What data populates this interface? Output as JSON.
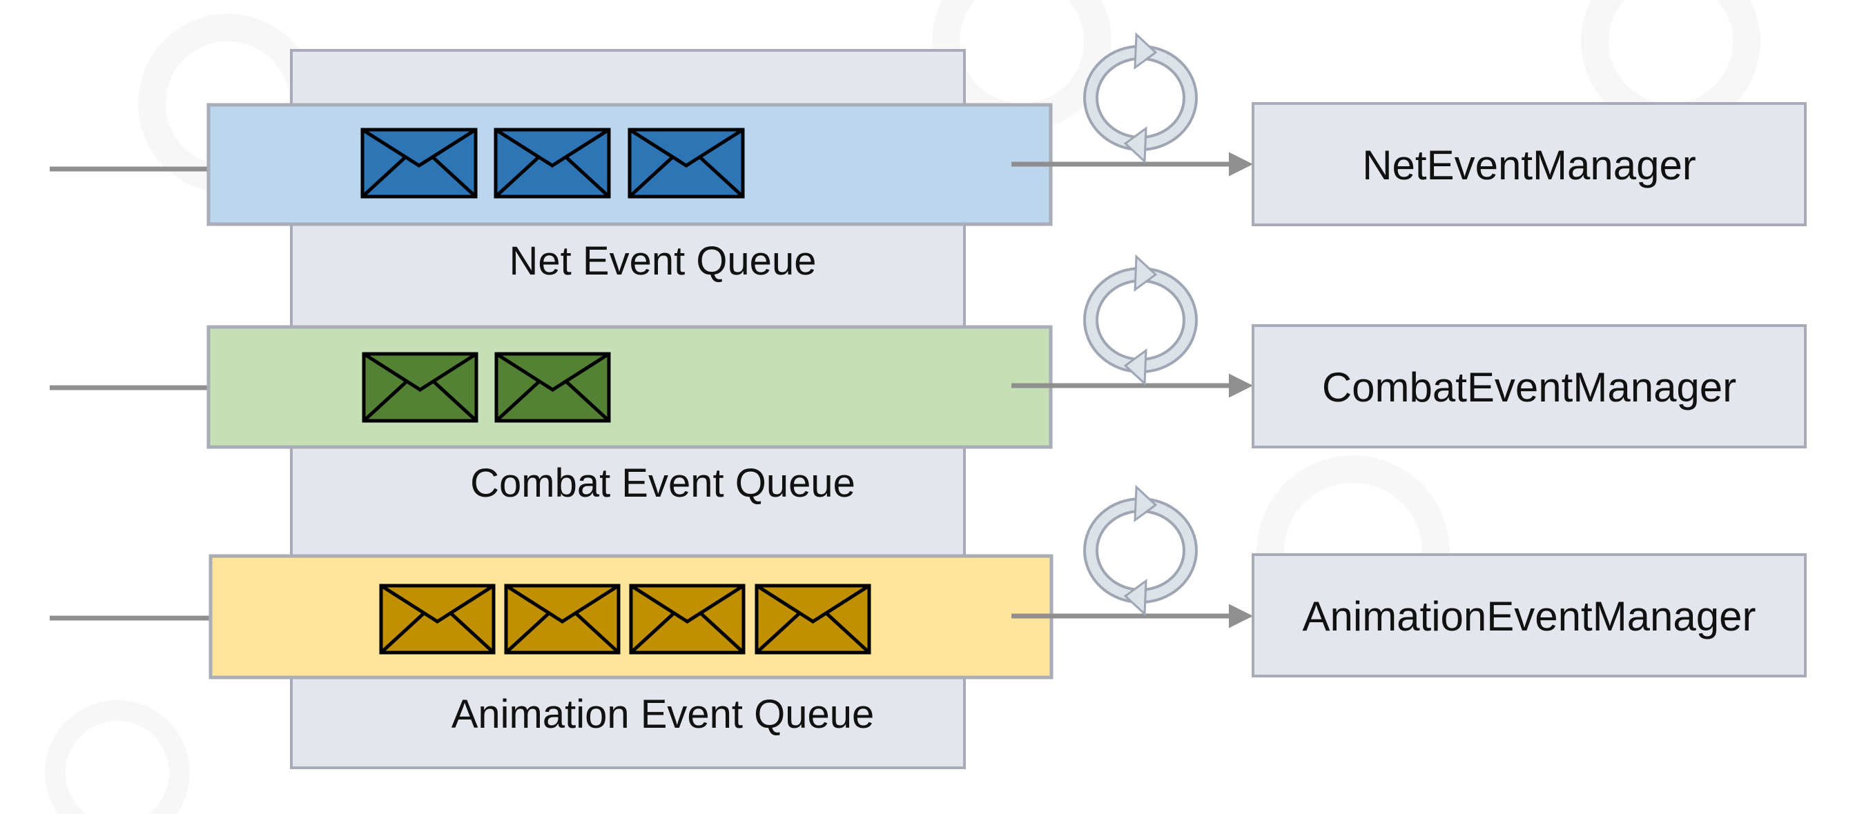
{
  "colors": {
    "background_panel": "#e3e6ed",
    "panel_border": "#a7abb7",
    "arrow": "#8f8f8f",
    "cycle_icon": "#c7ccd6",
    "manager_fill": "#e3e6ed",
    "manager_border": "#a7abb7"
  },
  "queues": [
    {
      "label": "Net Event Queue",
      "band_fill": "#bcd6ee",
      "band_border": "#a9adb8",
      "envelope_fill": "#2e75b6",
      "envelope_count": 3,
      "manager": "NetEventManager"
    },
    {
      "label": "Combat Event Queue",
      "band_fill": "#c5e0b4",
      "band_border": "#a9adb8",
      "envelope_fill": "#548235",
      "envelope_count": 2,
      "manager": "CombatEventManager"
    },
    {
      "label": "Animation Event Queue",
      "band_fill": "#ffe59a",
      "band_border": "#a9adb8",
      "envelope_fill": "#c09000",
      "envelope_count": 4,
      "manager": "AnimationEventManager"
    }
  ]
}
